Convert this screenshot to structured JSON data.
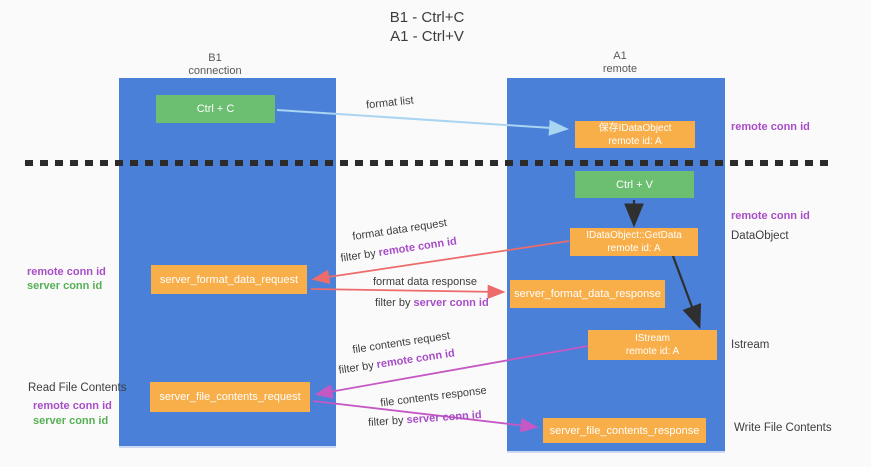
{
  "title": {
    "line1": "B1 - Ctrl+C",
    "line2": "A1 - Ctrl+V"
  },
  "lanes": {
    "left": {
      "name": "B1",
      "role": "connection"
    },
    "right": {
      "name": "A1",
      "role": "remote"
    }
  },
  "nodes": {
    "ctrl_c": "Ctrl + C",
    "ctrl_v": "Ctrl + V",
    "save_dataobject_line1": "保存IDataObject",
    "save_dataobject_line2": "remote id: A",
    "getdata_line1": "IDataObject::GetData",
    "getdata_line2": "remote id: A",
    "istream_line1": "IStream",
    "istream_line2": "remote id: A",
    "server_format_data_request": "server_format_data_request",
    "server_format_data_response": "server_format_data_response",
    "server_file_contents_request": "server_file_contents_request",
    "server_file_contents_response": "server_file_contents_response"
  },
  "labels": {
    "format_list": "format list",
    "format_data_request": "format data request",
    "format_data_response": "format data response",
    "file_contents_request": "file contents request",
    "file_contents_response": "file contents response",
    "filter_by": "filter by ",
    "remote_conn_id": "remote conn id",
    "server_conn_id": "server conn id",
    "dataobject": "DataObject",
    "istream": "Istream",
    "read_file_contents": "Read File Contents",
    "write_file_contents": "Write File Contents"
  },
  "colors": {
    "lane_blue": "#4a80d8",
    "node_orange": "#f8ae49",
    "node_green": "#6cbf70",
    "arrow_red": "#ee6b6b",
    "arrow_magenta": "#c558c5",
    "arrow_light_blue": "#a9d4f2",
    "arrow_black": "#2f2f2f",
    "divider_black": "#2b2b2b",
    "text_purple": "#a84dc8",
    "text_green": "#55b055",
    "background": "#fafafa"
  }
}
